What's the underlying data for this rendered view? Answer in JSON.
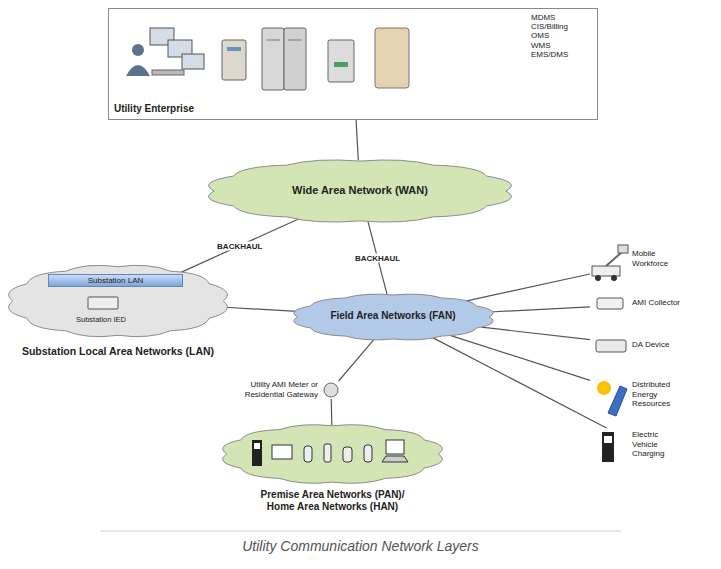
{
  "diagram": {
    "caption": "Utility Communication Network Layers",
    "nodes": [
      {
        "text": [
          "MDMS CIS/Billing OMS WMS EMS/DMS",
          "Utility Enterprise"
        ]
      },
      {
        "text": [
          "Wide Area Network (WAN)"
        ]
      },
      {
        "text": [
          "Substation Local Area Networks (LAN)"
        ]
      },
      {
        "text": [
          "Substation LAN"
        ],
        "in": 2
      },
      {
        "text": [
          "Substation IED"
        ],
        "in": 2
      },
      {
        "text": [
          "Field Area Networks (FAN)"
        ]
      },
      {
        "text": [
          "Mobile Workforce"
        ]
      },
      {
        "text": [
          "AMI Collector"
        ]
      },
      {
        "text": [
          "DA Device"
        ]
      },
      {
        "text": [
          "Distributed Energy Resources"
        ]
      },
      {
        "text": [
          "Electric Vehicle Charging"
        ]
      },
      {
        "text": [
          "Utility AMI Meter or Residential Gateway"
        ]
      },
      {
        "text": [
          "Premise Area Networks (PAN)/ Home Area Networks (HAN)"
        ]
      }
    ],
    "edges": [
      {
        "from": 0,
        "to": 1,
        "arrow": "none"
      },
      {
        "from": 1,
        "to": 2,
        "label": "BACKHAUL",
        "arrow": "none"
      },
      {
        "from": 1,
        "to": 5,
        "label": "BACKHAUL",
        "arrow": "none"
      },
      {
        "from": 2,
        "to": 5,
        "arrow": "none"
      },
      {
        "from": 5,
        "to": 6,
        "arrow": "none"
      },
      {
        "from": 5,
        "to": 7,
        "arrow": "none"
      },
      {
        "from": 5,
        "to": 8,
        "arrow": "none"
      },
      {
        "from": 5,
        "to": 9,
        "arrow": "none"
      },
      {
        "from": 5,
        "to": 10,
        "arrow": "none"
      },
      {
        "from": 5,
        "to": 11,
        "arrow": "none"
      },
      {
        "from": 11,
        "to": 12,
        "arrow": "none"
      }
    ]
  }
}
